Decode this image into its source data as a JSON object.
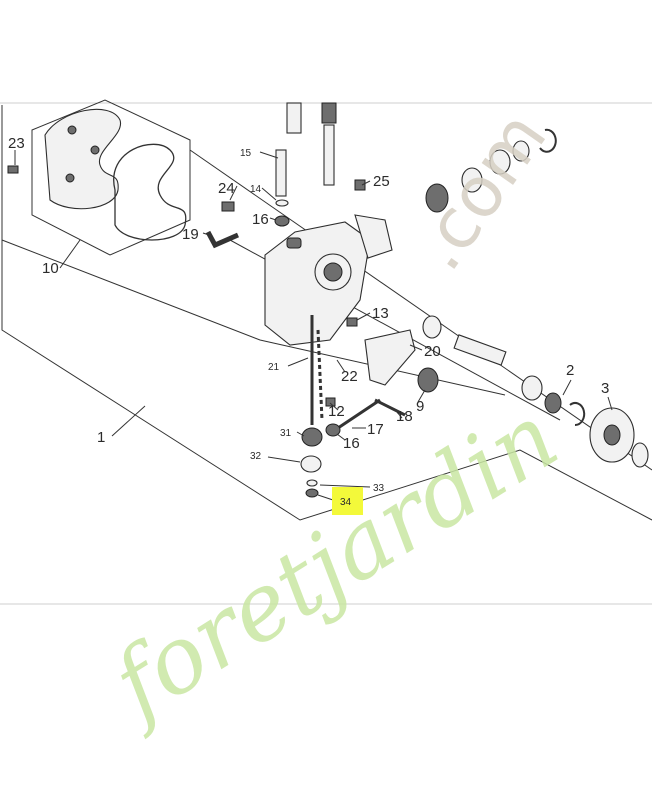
{
  "labels": {
    "l1": "1",
    "l2": "2",
    "l3": "3",
    "l9": "9",
    "l10": "10",
    "l12": "12",
    "l13": "13",
    "l14": "14",
    "l15": "15",
    "l16a": "16",
    "l16b": "16",
    "l17": "17",
    "l18": "18",
    "l19": "19",
    "l20": "20",
    "l21": "21",
    "l22": "22",
    "l23": "23",
    "l24": "24",
    "l25": "25",
    "l31": "31",
    "l32": "32",
    "l33": "33",
    "l34": "34"
  },
  "watermark": {
    "left": "foretjardin",
    "right": ".com"
  },
  "colors": {
    "highlight": "#f3f93a",
    "watermark_green": "#c9e7a3",
    "watermark_grey": "#d6d0c4"
  }
}
